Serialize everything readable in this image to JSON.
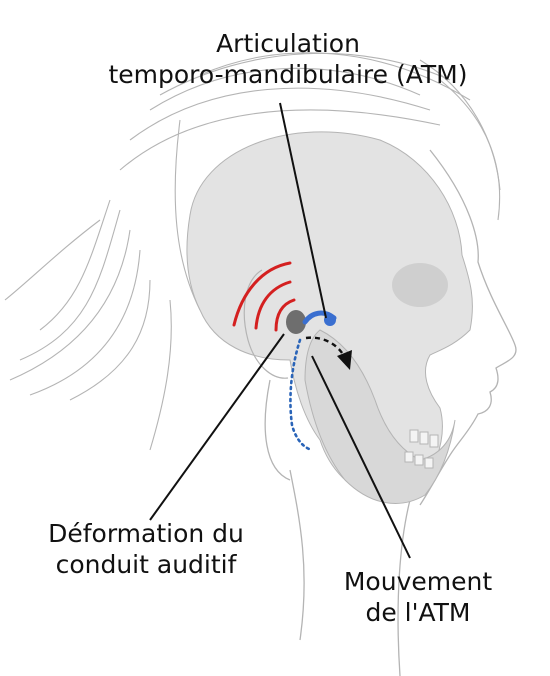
{
  "labels": {
    "atm": {
      "line1": "Articulation",
      "line2": "temporo-mandibulaire (ATM)"
    },
    "deformation": {
      "line1": "Déformation du",
      "line2": "conduit auditif"
    },
    "mouvement": {
      "line1": "Mouvement",
      "line2": "de l'ATM"
    }
  },
  "colors": {
    "sound_waves": "#d42020",
    "joint": "#3a6fd0",
    "jaw_path": "#2a64b8",
    "sketch": "#b4b4b4",
    "skull_fill": "#e3e3e3",
    "leader_line": "#111111"
  }
}
